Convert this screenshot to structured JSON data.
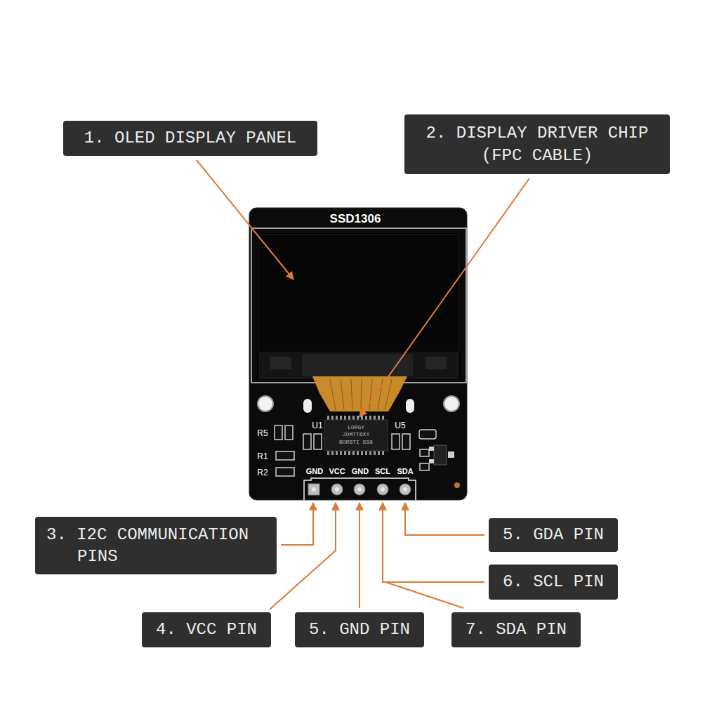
{
  "diagram": {
    "nodes": [
      {
        "text": [
          "1. OLED DISPLAY PANEL"
        ]
      },
      {
        "text": [
          "2. DISPLAY DRIVER CHIP (FPC CABLE)"
        ]
      },
      {
        "text": [
          "3. I2C COMMUNICATION PINS"
        ]
      },
      {
        "text": [
          "5. GDA PIN"
        ]
      },
      {
        "text": [
          "6. SCL PIN"
        ]
      },
      {
        "text": [
          "4. VCC PIN"
        ]
      },
      {
        "text": [
          "5. GND PIN"
        ]
      },
      {
        "text": [
          "7. SDA PIN"
        ]
      }
    ],
    "labels": [
      "SSD1306",
      "LORGY",
      "JOMTT6XY",
      "BORBTI SS6",
      "U1",
      "U5",
      "R5",
      "R1",
      "R2",
      "GND",
      "VCC",
      "GND",
      "SCL",
      "SDA"
    ]
  }
}
